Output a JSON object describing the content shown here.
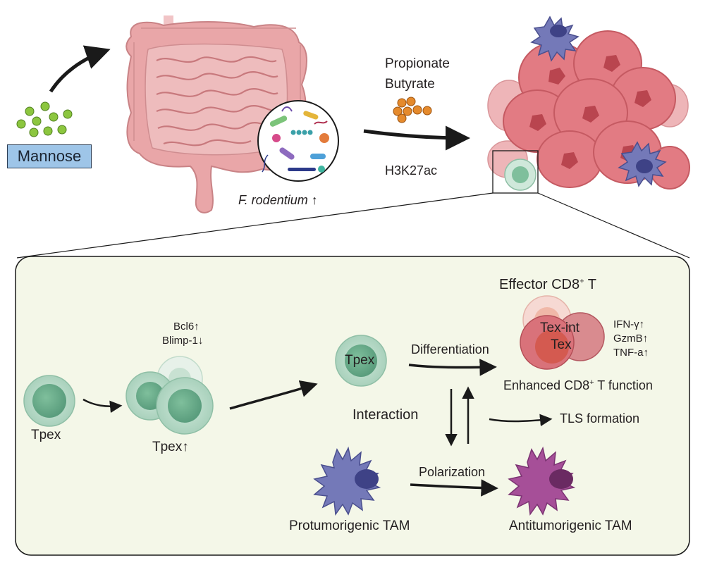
{
  "top": {
    "mannose": "Mannose",
    "bacterium": "F. rodentium",
    "bacterium_arrow": "↑",
    "metabolite_1": "Propionate",
    "metabolite_2": "Butyrate",
    "mark": "H3K27ac"
  },
  "panel": {
    "tpex": "Tpex",
    "bcl6": "Bcl6↑",
    "blimp1": "Blimp-1↓",
    "tpex_up": "Tpex↑",
    "tpex_cell": "Tpex",
    "differentiation": "Differentiation",
    "interaction": "Interaction",
    "polarization": "Polarization",
    "effector_pre": "Effector CD8",
    "effector_sup": "+",
    "effector_post": " T",
    "tex_int": "Tex-int",
    "tex": "Tex",
    "ifng": "IFN-γ↑",
    "gzmb": "GzmB↑",
    "tnfa": "TNF-a↑",
    "enhanced_pre": "Enhanced CD8",
    "enhanced_sup": "+",
    "enhanced_post": " T function",
    "tls": "TLS formation",
    "protumor": "Protumorigenic TAM",
    "antitumor": "Antitumorigenic TAM"
  },
  "colors": {
    "mannose_box": "#9ec5e8",
    "mannose_dot": "#8cc63f",
    "butyrate_dot": "#e58a2c",
    "gut": "#e8a4a4",
    "tumor": "#e27b83",
    "t_cell": "#6aa88a",
    "panel_bg": "#f4f7e8",
    "protumor_tam": "#7479b8",
    "antitumor_tam": "#a64f98",
    "tex": "#d45a50"
  }
}
